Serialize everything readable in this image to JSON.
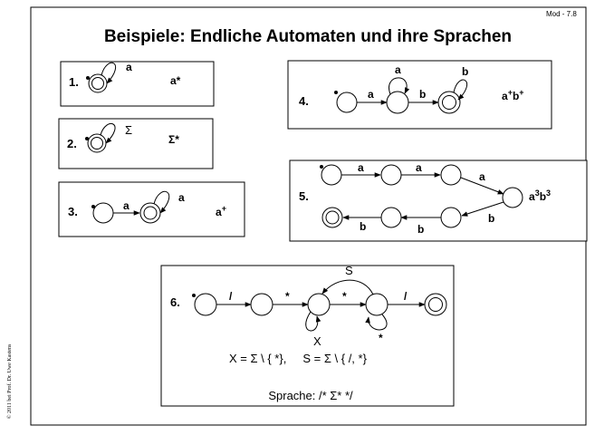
{
  "slide": {
    "id": "Mod - 7.8",
    "title": "Beispiele: Endliche Automaten und ihre Sprachen",
    "copyright": "© 2011 bei Prof. Dr. Uwe Kastens"
  },
  "examples": [
    {
      "number": "1.",
      "language": "a*",
      "transitions": [
        "a"
      ]
    },
    {
      "number": "2.",
      "language": "Σ*",
      "transitions": [
        "Σ"
      ]
    },
    {
      "number": "3.",
      "language_base": "a",
      "language_sup": "+",
      "transitions": [
        "a",
        "a"
      ]
    },
    {
      "number": "4.",
      "language_parts": [
        "a",
        "+",
        "b",
        "+"
      ],
      "transitions": [
        "a",
        "a",
        "b",
        "b"
      ]
    },
    {
      "number": "5.",
      "language_parts": [
        "a",
        "3",
        "b",
        "3"
      ],
      "transitions": [
        "a",
        "a",
        "a",
        "b",
        "b",
        "b"
      ]
    },
    {
      "number": "6.",
      "transitions": [
        "/",
        "*",
        "*",
        "/",
        "S",
        "X",
        "*"
      ],
      "definitions": "X = Σ \\ { *},     S = Σ \\ { /, *}",
      "language_text": "Sprache: /* Σ* */"
    }
  ]
}
